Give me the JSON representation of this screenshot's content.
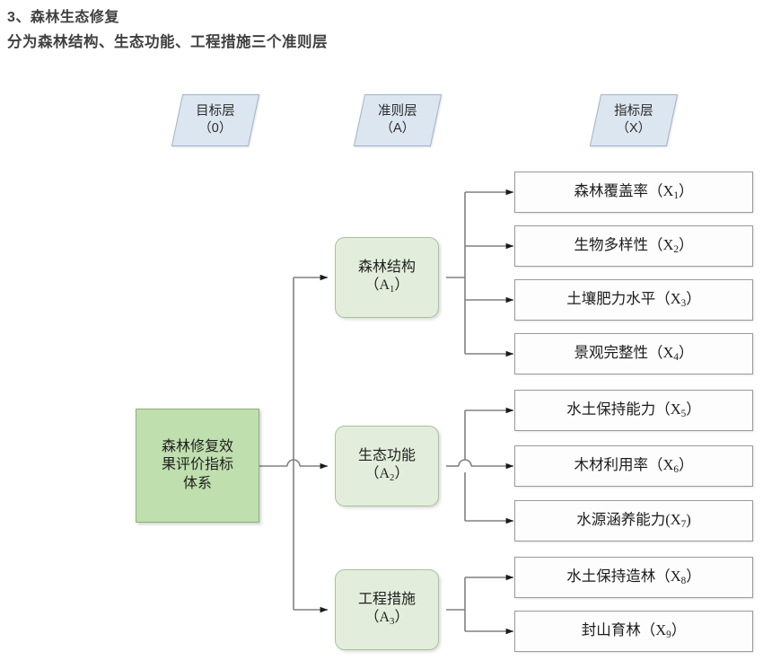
{
  "headings": {
    "line1": "3、森林生态修复",
    "line2": "分为森林结构、生态功能、工程措施三个准则层"
  },
  "layer_tags": [
    {
      "name": "goal-layer-tag",
      "title": "目标层",
      "code": "（0）"
    },
    {
      "name": "criterion-layer-tag",
      "title": "准则层",
      "code": "（A）"
    },
    {
      "name": "indicator-layer-tag",
      "title": "指标层",
      "code": "（X）"
    }
  ],
  "root": {
    "line1": "森林修复效",
    "line2": "果评价指标",
    "line3": "体系",
    "full_text": "森林修复效果评价指标体系"
  },
  "criteria": [
    {
      "label": "森林结构",
      "code_prefix": "（A",
      "code_sub": "1",
      "code_suffix": "）"
    },
    {
      "label": "生态功能",
      "code_prefix": "（A",
      "code_sub": "2",
      "code_suffix": "）"
    },
    {
      "label": "工程措施",
      "code_prefix": "（A",
      "code_sub": "3",
      "code_suffix": "）"
    }
  ],
  "indicators": [
    {
      "label": "森林覆盖率",
      "open": "（X",
      "sub": "1",
      "close": "）",
      "parent": "A1"
    },
    {
      "label": "生物多样性",
      "open": "（X",
      "sub": "2",
      "close": "）",
      "parent": "A1"
    },
    {
      "label": "土壤肥力水平",
      "open": "（X",
      "sub": "3",
      "close": "）",
      "parent": "A1"
    },
    {
      "label": "景观完整性",
      "open": "（X",
      "sub": "4",
      "close": "）",
      "parent": "A1"
    },
    {
      "label": "水土保持能力",
      "open": "（X",
      "sub": "5",
      "close": "）",
      "parent": "A2"
    },
    {
      "label": "木材利用率",
      "open": "（X",
      "sub": "6",
      "close": "）",
      "parent": "A2"
    },
    {
      "label": "水源涵养能力",
      "open": "(X",
      "sub": "7",
      "close": ")",
      "parent": "A2"
    },
    {
      "label": "水土保持造林",
      "open": "（X",
      "sub": "8",
      "close": "）",
      "parent": "A3"
    },
    {
      "label": "封山育林",
      "open": "（X",
      "sub": "9",
      "close": "）",
      "parent": "A3"
    }
  ],
  "colors": {
    "layer_tag_fill": "#dce6f1",
    "layer_tag_stroke": "#9fb4cc",
    "root_fill": "#bfdfae",
    "root_stroke": "#8fae7d",
    "criterion_fill": "#e2eedb",
    "criterion_stroke": "#a8c198",
    "indicator_fill": "#fdfdfd",
    "indicator_stroke": "#9a9a9a",
    "connector": "#808080",
    "arrowhead": "#1a1a1a",
    "heading_text": "#404040"
  }
}
